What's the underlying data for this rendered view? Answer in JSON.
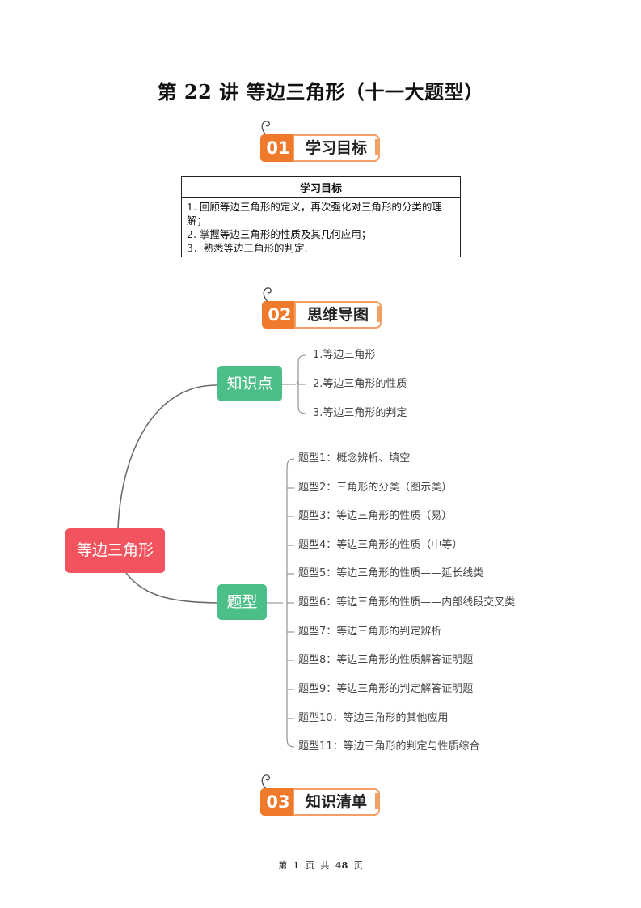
{
  "title": "第 22 讲  等边三角形（十一大题型）",
  "sections": [
    {
      "num": "01",
      "label": "学习目标"
    },
    {
      "num": "02",
      "label": "思维导图"
    },
    {
      "num": "03",
      "label": "知识清单"
    }
  ],
  "objectives": {
    "header": "学习目标",
    "items": [
      "1. 回顾等边三角形的定义，再次强化对三角形的分类的理解；",
      "2. 掌握等边三角形的性质及其几何应用；",
      "3．熟悉等边三角形的判定."
    ]
  },
  "mindmap": {
    "root": "等边三角形",
    "branch1": {
      "label": "知识点",
      "items": [
        "1.等边三角形",
        "2.等边三角形的性质",
        "3.等边三角形的判定"
      ]
    },
    "branch2": {
      "label": "题型",
      "items": [
        "题型1：概念辨析、填空",
        "题型2：三角形的分类（图示类）",
        "题型3：等边三角形的性质（易）",
        "题型4：等边三角形的性质（中等）",
        "题型5：等边三角形的性质——延长线类",
        "题型6：等边三角形的性质——内部线段交叉类",
        "题型7：等边三角形的判定辨析",
        "题型8：等边三角形的性质解答证明题",
        "题型9：等边三角形的判定解答证明题",
        "题型10：等边三角形的其他应用",
        "题型11：等边三角形的判定与性质综合"
      ]
    }
  },
  "footer": {
    "prefix": "第",
    "page": "1",
    "mid": "页  共",
    "total": "48",
    "suffix": "页"
  },
  "colors": {
    "root": "#f1545e",
    "branch": "#4cbf88",
    "badge": "#f07a2b"
  }
}
